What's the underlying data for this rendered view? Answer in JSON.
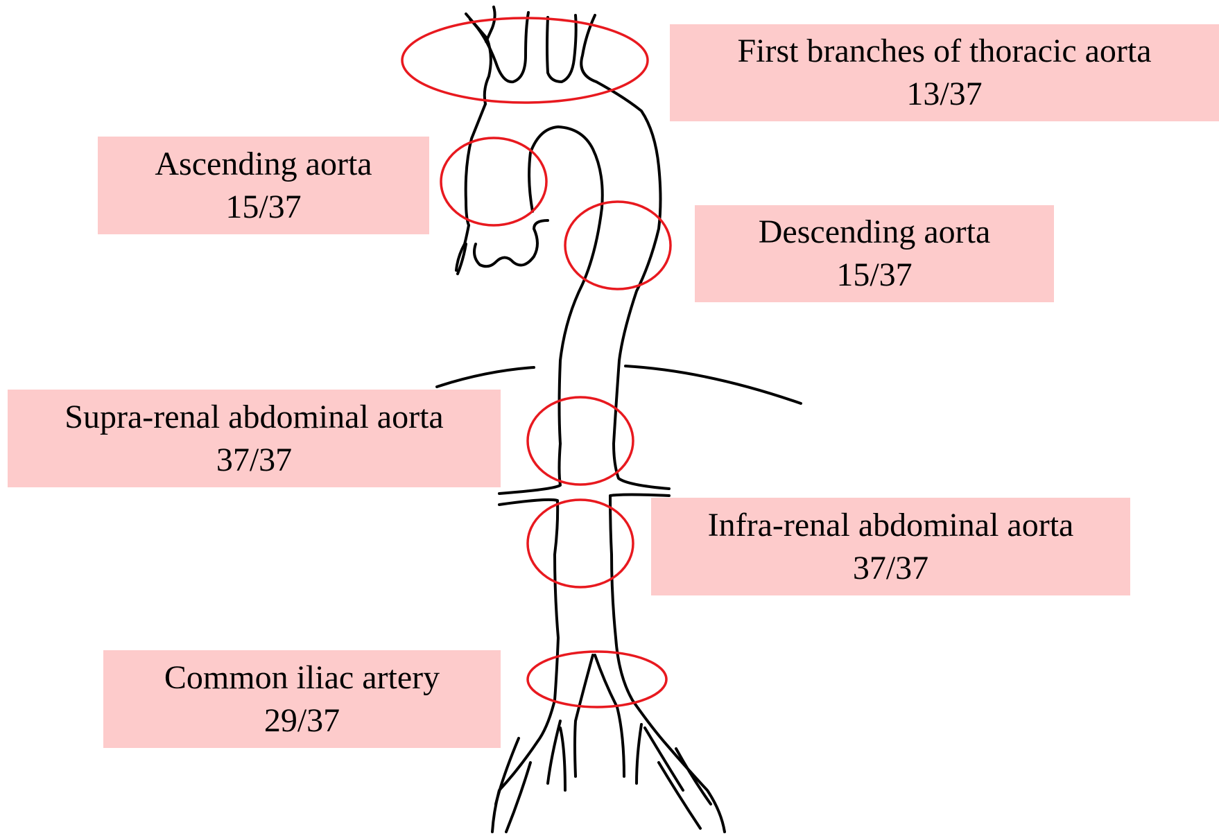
{
  "diagram": {
    "colors": {
      "label_fill": "#fdcbcb",
      "highlight_ring": "#e8191f",
      "vessel_line": "#000000"
    },
    "regions": [
      {
        "id": "first",
        "name": "First branches of thoracic aorta",
        "count": "13/37"
      },
      {
        "id": "ascending",
        "name": "Ascending aorta",
        "count": "15/37"
      },
      {
        "id": "descending",
        "name": "Descending aorta",
        "count": "15/37"
      },
      {
        "id": "suprarenal",
        "name": "Supra-renal abdominal aorta",
        "count": "37/37"
      },
      {
        "id": "infrarenal",
        "name": "Infra-renal abdominal aorta",
        "count": "37/37"
      },
      {
        "id": "iliac",
        "name": "Common iliac artery",
        "count": "29/37"
      }
    ]
  }
}
